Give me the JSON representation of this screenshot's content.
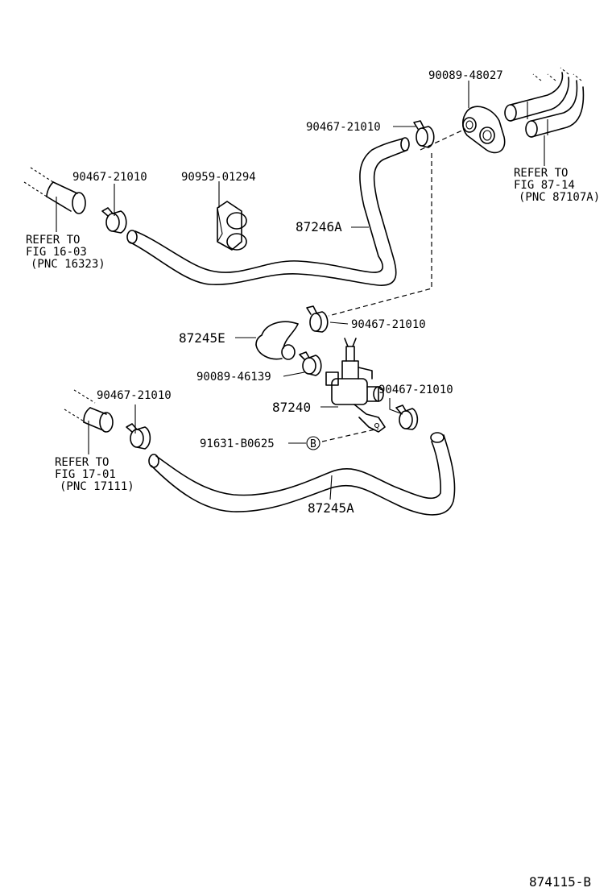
{
  "parts": {
    "clip_top_right": "90467-21010",
    "gasket_top": "90089-48027",
    "clip_upper_left": "90467-21010",
    "clamp_upper": "90959-01294",
    "hose_upper": "87246A",
    "hose_short": "87245E",
    "clip_mid": "90467-21010",
    "gasket_mid": "90089-46139",
    "valve": "87240",
    "clip_valve_right": "90467-21010",
    "bolt": "91631-B0625",
    "clip_lower_left": "90467-21010",
    "hose_lower": "87245A"
  },
  "references": {
    "upper_left": [
      "REFER TO",
      "FIG 16-03",
      "(PNC 16323)"
    ],
    "upper_right": [
      "REFER TO",
      "FIG 87-14",
      "(PNC 87107A)"
    ],
    "lower_left": [
      "REFER TO",
      "FIG 17-01",
      "(PNC 17111)"
    ]
  },
  "bolt_marker": "B",
  "figure_id": "874115-B"
}
